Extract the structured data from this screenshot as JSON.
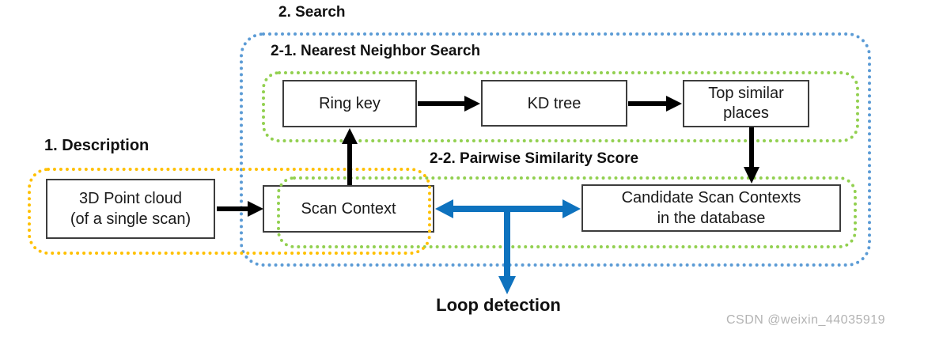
{
  "figure": {
    "type": "flowchart",
    "topic": "Scan Context loop detection pipeline"
  },
  "labels": {
    "search": "2. Search",
    "nn_search": "2-1. Nearest Neighbor Search",
    "description": "1. Description",
    "pairwise": "2-2. Pairwise Similarity Score",
    "loop_detection": "Loop detection",
    "watermark": "CSDN @weixin_44035919"
  },
  "boxes": {
    "point_cloud": {
      "line1": "3D Point cloud",
      "line2": "(of a single scan)"
    },
    "scan_context": {
      "label": "Scan Context"
    },
    "ring_key": {
      "label": "Ring key"
    },
    "kd_tree": {
      "label": "KD tree"
    },
    "top_similar": {
      "line1": "Top similar",
      "line2": "places"
    },
    "candidate": {
      "line1": "Candidate Scan Contexts",
      "line2": "in the database"
    }
  },
  "connections": [
    {
      "from": "point_cloud",
      "to": "scan_context",
      "style": "black-arrow"
    },
    {
      "from": "scan_context",
      "to": "ring_key",
      "style": "black-arrow"
    },
    {
      "from": "ring_key",
      "to": "kd_tree",
      "style": "black-arrow"
    },
    {
      "from": "kd_tree",
      "to": "top_similar",
      "style": "black-arrow"
    },
    {
      "from": "top_similar",
      "to": "candidate",
      "style": "black-arrow"
    },
    {
      "from": "scan_context",
      "to": "candidate",
      "style": "blue-double-arrow"
    },
    {
      "from": "pairwise-comparison",
      "to": "loop_detection",
      "style": "blue-arrow"
    }
  ],
  "colors": {
    "blue_region": "#5B9BD5",
    "green_region": "#92D050",
    "yellow_region": "#FFC000",
    "blue_arrow": "#0E72BE",
    "black_arrow": "#000000",
    "box_border": "#3d3d3d",
    "watermark_gray": "#b3b3b3"
  }
}
